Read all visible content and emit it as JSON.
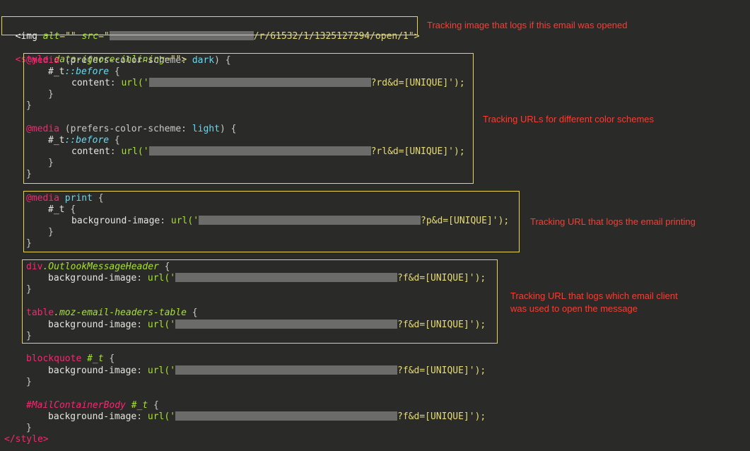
{
  "code": {
    "img_line": {
      "open": "<img",
      "alt_attr": "alt",
      "alt_val": "=\"\"",
      "src_attr": "src",
      "src_open": "=\"",
      "src_tail": "/r/61532/1/1325127294/open/1\">"
    },
    "style_open": {
      "tag": "<style",
      "attr": "data-ignore-inlining",
      "val": "=\"\">"
    },
    "media_dark": {
      "at": "@media",
      "cond_open": "(prefers-color-scheme: ",
      "cond_val": "dark",
      "cond_close": ") {",
      "sel": "#_t",
      "pseudo": "::before",
      "brace": " {",
      "prop": "content",
      "fn": "url('",
      "tail": "?rd&d=[UNIQUE]');"
    },
    "media_light": {
      "at": "@media",
      "cond_open": "(prefers-color-scheme: ",
      "cond_val": "light",
      "cond_close": ") {",
      "sel": "#_t",
      "pseudo": "::before",
      "brace": " {",
      "prop": "content",
      "fn": "url('",
      "tail": "?rl&d=[UNIQUE]');"
    },
    "media_print": {
      "at": "@media",
      "val": "print",
      "brace": " {",
      "sel": "#_t",
      "prop": "background-image",
      "fn": "url('",
      "tail": "?p&d=[UNIQUE]');"
    },
    "outlook": {
      "el": "div",
      "cls": ".OutlookMessageHeader",
      "brace": " {",
      "prop": "background-image",
      "fn": "url('",
      "tail": "?f&d=[UNIQUE]');"
    },
    "moz": {
      "el": "table",
      "cls": ".moz-email-headers-table",
      "brace": " {",
      "prop": "background-image",
      "fn": "url('",
      "tail": "?f&d=[UNIQUE]');"
    },
    "blockquote": {
      "el": "blockquote",
      "sel": "#_t",
      "brace": " {",
      "prop": "background-image",
      "fn": "url('",
      "tail": "?f&d=[UNIQUE]');"
    },
    "mailcontainer": {
      "sel1": "#MailContainerBody",
      "sel2": "#_t",
      "brace": " {",
      "prop": "background-image",
      "fn": "url('",
      "tail": "?f&d=[UNIQUE]');"
    },
    "style_close": "</style>",
    "open_brace": "{",
    "close_brace": "}",
    "colon": ":"
  },
  "annotations": {
    "tracking_image": "Tracking image that logs if this email was opened",
    "color_schemes": "Tracking URLs for different color schemes",
    "printing": "Tracking URL that logs the email printing",
    "client_line1": "Tracking URL that logs which email client",
    "client_line2": "was used to open the message"
  },
  "colors": {
    "background": "#2a2a28",
    "highlight_box": "#e8d44d",
    "annotation": "#ff3b30",
    "redaction": "#6b6b69"
  }
}
